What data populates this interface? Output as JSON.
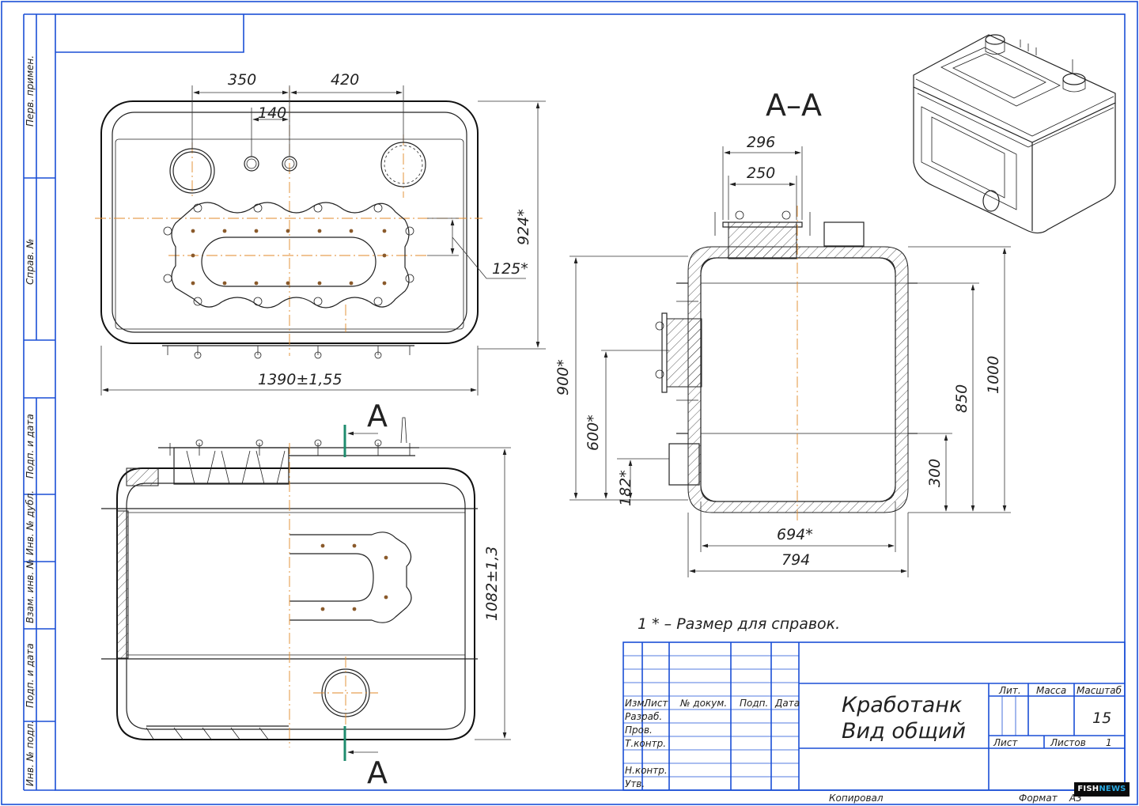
{
  "drawing": {
    "views": {
      "top": {
        "dims": {
          "d350": "350",
          "d420": "420",
          "d140": "140",
          "d924": "924*",
          "d125": "125*",
          "d1390": "1390±1,55"
        }
      },
      "front": {
        "dims": {
          "d1082": "1082±1,3"
        },
        "cut_label_top": "A",
        "cut_label_bottom": "A"
      },
      "section": {
        "title": "A–A",
        "dims": {
          "d296": "296",
          "d250": "250",
          "d900": "900*",
          "d600": "600*",
          "d182": "182*",
          "d850": "850",
          "d1000": "1000",
          "d300": "300",
          "d694": "694*",
          "d794": "794"
        }
      }
    },
    "note": "1 * – Размер для справок."
  },
  "title_block": {
    "title_line1": "Кработанк",
    "title_line2": "Вид общий",
    "headers": {
      "izm": "Изм.",
      "list": "Лист",
      "doc": "№ докум.",
      "podp": "Подп.",
      "date": "Дата"
    },
    "roles": [
      "Разраб.",
      "Пров.",
      "Т.контр.",
      "Н.контр.",
      "Утв."
    ],
    "lit_label": "Лит.",
    "mass_label": "Масса",
    "scale_label": "Масштаб",
    "scale_value": "15",
    "sheet_label": "Лист",
    "sheets_label": "Листов",
    "sheets_value": "1",
    "copied": "Копировал",
    "format_label": "Формат",
    "format_value": "А3"
  },
  "side_stamp": {
    "perv_primen": "Перв. примен.",
    "sprav_no": "Справ. №",
    "podp_data_1": "Подп. и дата",
    "inv_dubl": "Инв. № дубл.",
    "vzam_inv": "Взам. инв. №",
    "podp_data_2": "Подп. и дата",
    "inv_podl": "Инв. № подл."
  },
  "watermark": {
    "part1": "FISH",
    "part2": "NEWS"
  },
  "colors": {
    "frame": "#1a4fd6",
    "axis": "#e08a2a",
    "cut_marker": "#1f8c6e",
    "line": "#222222"
  }
}
